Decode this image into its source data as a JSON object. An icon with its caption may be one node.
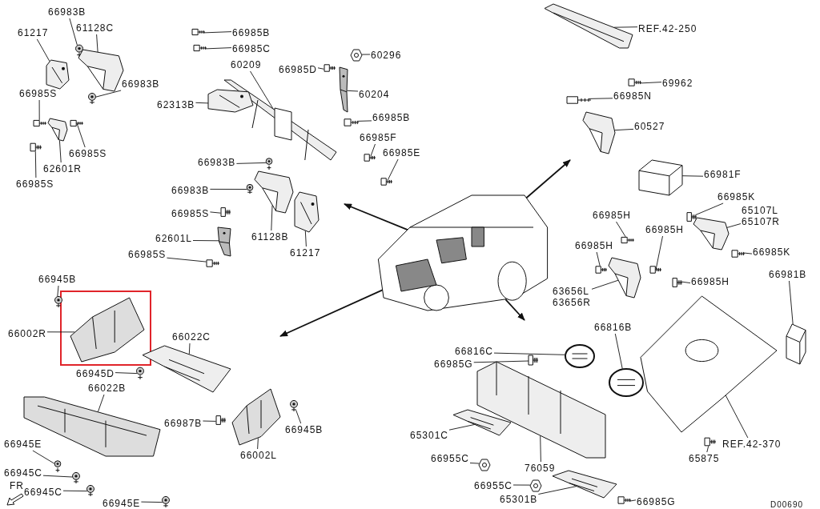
{
  "diagram": {
    "nodes": [
      {
        "text": [
          "66983B"
        ]
      },
      {
        "text": [
          "61217"
        ]
      },
      {
        "text": [
          "61128C"
        ]
      },
      {
        "text": [
          "66983B"
        ]
      },
      {
        "text": [
          "66985S"
        ]
      },
      {
        "text": [
          "66985S"
        ]
      },
      {
        "text": [
          "62601R"
        ]
      },
      {
        "text": [
          "66985S"
        ]
      },
      {
        "text": [
          "66985B"
        ]
      },
      {
        "text": [
          "66985C"
        ]
      },
      {
        "text": [
          "60209"
        ]
      },
      {
        "text": [
          "62313B"
        ]
      },
      {
        "text": [
          "66985D"
        ]
      },
      {
        "text": [
          "60296"
        ]
      },
      {
        "text": [
          "60204"
        ]
      },
      {
        "text": [
          "66985B"
        ]
      },
      {
        "text": [
          "66985F"
        ]
      },
      {
        "text": [
          "66985E"
        ]
      },
      {
        "text": [
          "66983B"
        ]
      },
      {
        "text": [
          "66983B"
        ]
      },
      {
        "text": [
          "66985S"
        ]
      },
      {
        "text": [
          "61128B"
        ]
      },
      {
        "text": [
          "62601L"
        ]
      },
      {
        "text": [
          "66985S"
        ]
      },
      {
        "text": [
          "61217"
        ]
      },
      {
        "text": [
          "REF.42-250"
        ]
      },
      {
        "text": [
          "69962"
        ]
      },
      {
        "text": [
          "66985N"
        ]
      },
      {
        "text": [
          "60527"
        ]
      },
      {
        "text": [
          "66981F"
        ]
      },
      {
        "text": [
          "66985K"
        ]
      },
      {
        "text": [
          "65107L",
          "65107R"
        ]
      },
      {
        "text": [
          "66985K"
        ]
      },
      {
        "text": [
          "66985H"
        ]
      },
      {
        "text": [
          "66985H"
        ]
      },
      {
        "text": [
          "66985H"
        ]
      },
      {
        "text": [
          "63656L",
          "63656R"
        ]
      },
      {
        "text": [
          "66985H"
        ]
      },
      {
        "text": [
          "66981B"
        ]
      },
      {
        "text": [
          "66816B"
        ]
      },
      {
        "text": [
          "66816C"
        ]
      },
      {
        "text": [
          "66985G"
        ]
      },
      {
        "text": [
          "76059"
        ]
      },
      {
        "text": [
          "65301C"
        ]
      },
      {
        "text": [
          "66955C"
        ]
      },
      {
        "text": [
          "66955C"
        ]
      },
      {
        "text": [
          "65301B"
        ]
      },
      {
        "text": [
          "66985G"
        ]
      },
      {
        "text": [
          "REF.42-370"
        ]
      },
      {
        "text": [
          "65875"
        ]
      },
      {
        "text": [
          "66945B"
        ]
      },
      {
        "text": [
          "66002R"
        ]
      },
      {
        "text": [
          "66945D"
        ]
      },
      {
        "text": [
          "66022C"
        ]
      },
      {
        "text": [
          "66022B"
        ]
      },
      {
        "text": [
          "66987B"
        ]
      },
      {
        "text": [
          "66945E"
        ]
      },
      {
        "text": [
          "66945C"
        ]
      },
      {
        "text": [
          "66945C"
        ]
      },
      {
        "text": [
          "66945E"
        ]
      },
      {
        "text": [
          "66002L"
        ]
      },
      {
        "text": [
          "66945B"
        ]
      },
      {
        "text": [],
        "shape": "picture"
      },
      {
        "text": [],
        "shape": "picture"
      },
      {
        "text": [],
        "shape": "picture"
      },
      {
        "text": [],
        "shape": "picture"
      },
      {
        "text": [],
        "shape": "picture"
      },
      {
        "text": [],
        "shape": "picture"
      },
      {
        "text": [],
        "shape": "picture"
      },
      {
        "text": [],
        "shape": "picture"
      },
      {
        "text": [],
        "shape": "picture"
      },
      {
        "text": [],
        "shape": "picture"
      },
      {
        "text": [],
        "shape": "picture"
      },
      {
        "text": [],
        "shape": "picture"
      },
      {
        "text": [],
        "shape": "picture"
      },
      {
        "text": [],
        "shape": "picture"
      },
      {
        "text": [],
        "shape": "picture"
      },
      {
        "text": [],
        "shape": "picture"
      },
      {
        "text": [],
        "shape": "picture"
      },
      {
        "text": [],
        "shape": "picture"
      },
      {
        "text": [],
        "shape": "picture"
      },
      {
        "text": [],
        "shape": "picture"
      },
      {
        "text": [],
        "shape": "picture"
      },
      {
        "text": [],
        "shape": "picture"
      },
      {
        "text": [],
        "shape": "picture"
      },
      {
        "text": [],
        "shape": "picture"
      },
      {
        "text": [],
        "shape": "picture"
      },
      {
        "text": [],
        "shape": "picture"
      },
      {
        "text": [],
        "shape": "picture"
      },
      {
        "text": [],
        "shape": "picture"
      },
      {
        "text": [],
        "shape": "picture"
      },
      {
        "text": [],
        "shape": "picture"
      },
      {
        "text": [],
        "shape": "picture"
      },
      {
        "text": [],
        "shape": "picture"
      },
      {
        "text": [],
        "shape": "picture"
      },
      {
        "text": [],
        "shape": "picture"
      },
      {
        "text": [],
        "shape": "picture"
      },
      {
        "text": [],
        "shape": "picture"
      },
      {
        "text": [],
        "shape": "picture"
      },
      {
        "text": [],
        "shape": "picture"
      },
      {
        "text": [],
        "shape": "picture"
      },
      {
        "text": [],
        "shape": "picture"
      },
      {
        "text": [],
        "shape": "picture"
      },
      {
        "text": [],
        "shape": "picture"
      },
      {
        "text": [],
        "shape": "picture"
      },
      {
        "text": [],
        "shape": "picture"
      },
      {
        "text": [],
        "shape": "picture"
      },
      {
        "text": [],
        "shape": "picture"
      },
      {
        "text": [],
        "shape": "picture"
      },
      {
        "text": [],
        "shape": "picture"
      },
      {
        "text": [],
        "shape": "picture"
      },
      {
        "text": [],
        "shape": "picture"
      },
      {
        "text": [],
        "shape": "picture"
      },
      {
        "text": [],
        "shape": "picture"
      },
      {
        "text": [],
        "shape": "picture"
      },
      {
        "text": [],
        "shape": "picture"
      },
      {
        "text": [],
        "shape": "picture"
      },
      {
        "text": [],
        "shape": "picture"
      },
      {
        "text": [],
        "shape": "picture"
      },
      {
        "text": [],
        "shape": "picture"
      },
      {
        "text": [],
        "shape": "picture"
      },
      {
        "text": [],
        "shape": "picture"
      },
      {
        "text": [],
        "shape": "picture"
      },
      {
        "text": [],
        "shape": "picture"
      },
      {
        "text": [],
        "shape": "picture"
      }
    ],
    "edges": [
      {
        "from": 0,
        "to": 63,
        "arrow": "none"
      },
      {
        "from": 1,
        "to": 64,
        "arrow": "none"
      },
      {
        "from": 2,
        "to": 65,
        "arrow": "none"
      },
      {
        "from": 3,
        "to": 66,
        "arrow": "none"
      },
      {
        "from": 4,
        "to": 67,
        "arrow": "none"
      },
      {
        "from": 5,
        "to": 68,
        "arrow": "none"
      },
      {
        "from": 6,
        "to": 69,
        "arrow": "none"
      },
      {
        "from": 7,
        "to": 70,
        "arrow": "none"
      },
      {
        "from": 8,
        "to": 71,
        "arrow": "none"
      },
      {
        "from": 9,
        "to": 72,
        "arrow": "none"
      },
      {
        "from": 10,
        "to": 73,
        "arrow": "none"
      },
      {
        "from": 11,
        "to": 74,
        "arrow": "none"
      },
      {
        "from": 12,
        "to": 75,
        "arrow": "none"
      },
      {
        "from": 13,
        "to": 76,
        "arrow": "none"
      },
      {
        "from": 14,
        "to": 77,
        "arrow": "none"
      },
      {
        "from": 15,
        "to": 78,
        "arrow": "none"
      },
      {
        "from": 16,
        "to": 79,
        "arrow": "none"
      },
      {
        "from": 17,
        "to": 80,
        "arrow": "none"
      },
      {
        "from": 18,
        "to": 81,
        "arrow": "none"
      },
      {
        "from": 19,
        "to": 82,
        "arrow": "none"
      },
      {
        "from": 20,
        "to": 83,
        "arrow": "none"
      },
      {
        "from": 21,
        "to": 84,
        "arrow": "none"
      },
      {
        "from": 22,
        "to": 85,
        "arrow": "none"
      },
      {
        "from": 23,
        "to": 86,
        "arrow": "none"
      },
      {
        "from": 24,
        "to": 87,
        "arrow": "none"
      },
      {
        "from": 25,
        "to": 88,
        "arrow": "none"
      },
      {
        "from": 26,
        "to": 89,
        "arrow": "none"
      },
      {
        "from": 27,
        "to": 90,
        "arrow": "none"
      },
      {
        "from": 28,
        "to": 91,
        "arrow": "none"
      },
      {
        "from": 29,
        "to": 92,
        "arrow": "none"
      },
      {
        "from": 30,
        "to": 93,
        "arrow": "none"
      },
      {
        "from": 31,
        "to": 94,
        "arrow": "none"
      },
      {
        "from": 32,
        "to": 95,
        "arrow": "none"
      },
      {
        "from": 33,
        "to": 96,
        "arrow": "none"
      },
      {
        "from": 34,
        "to": 97,
        "arrow": "none"
      },
      {
        "from": 35,
        "to": 98,
        "arrow": "none"
      },
      {
        "from": 36,
        "to": 99,
        "arrow": "none"
      },
      {
        "from": 37,
        "to": 100,
        "arrow": "none"
      },
      {
        "from": 38,
        "to": 101,
        "arrow": "none"
      },
      {
        "from": 39,
        "to": 102,
        "arrow": "none"
      },
      {
        "from": 40,
        "to": 103,
        "arrow": "none"
      },
      {
        "from": 41,
        "to": 104,
        "arrow": "none"
      },
      {
        "from": 42,
        "to": 105,
        "arrow": "none"
      },
      {
        "from": 43,
        "to": 106,
        "arrow": "none"
      },
      {
        "from": 44,
        "to": 107,
        "arrow": "none"
      },
      {
        "from": 45,
        "to": 108,
        "arrow": "none"
      },
      {
        "from": 46,
        "to": 109,
        "arrow": "none"
      },
      {
        "from": 47,
        "to": 110,
        "arrow": "none"
      },
      {
        "from": 48,
        "to": 111,
        "arrow": "none"
      },
      {
        "from": 49,
        "to": 112,
        "arrow": "none"
      },
      {
        "from": 50,
        "to": 113,
        "arrow": "none"
      },
      {
        "from": 51,
        "to": 114,
        "arrow": "none"
      },
      {
        "from": 52,
        "to": 115,
        "arrow": "none"
      },
      {
        "from": 53,
        "to": 116,
        "arrow": "none"
      },
      {
        "from": 54,
        "to": 117,
        "arrow": "none"
      },
      {
        "from": 55,
        "to": 118,
        "arrow": "none"
      },
      {
        "from": 56,
        "to": 119,
        "arrow": "none"
      },
      {
        "from": 57,
        "to": 120,
        "arrow": "none"
      },
      {
        "from": 58,
        "to": 121,
        "arrow": "none"
      },
      {
        "from": 59,
        "to": 122,
        "arrow": "none"
      },
      {
        "from": 60,
        "to": 123,
        "arrow": "none"
      },
      {
        "from": 61,
        "to": 124,
        "arrow": "none"
      },
      {
        "from": 62,
        "to": null,
        "arrow": "to"
      },
      {
        "from": 62,
        "to": null,
        "arrow": "to"
      },
      {
        "from": 62,
        "to": null,
        "arrow": "to"
      },
      {
        "from": 62,
        "to": null,
        "arrow": "to"
      }
    ],
    "labels": [
      "FR",
      "D00690"
    ]
  }
}
